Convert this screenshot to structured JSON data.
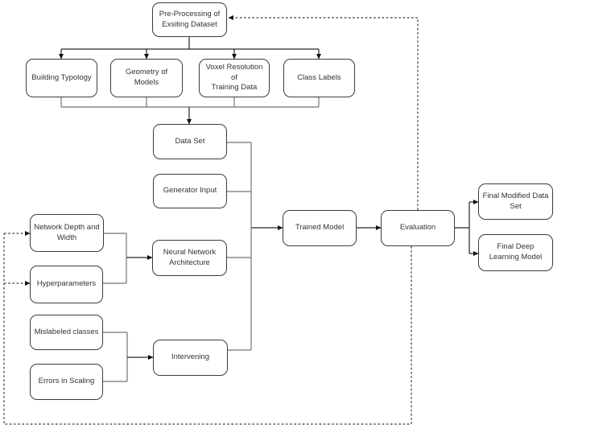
{
  "diagram": {
    "background": "#ffffff",
    "box_fill": "#ffffff",
    "box_border": "#3c3c3c",
    "connector_gray": "#757575",
    "connector_black": "#262626",
    "dashed_color": "#3a3a3a",
    "text_color": "#333333"
  },
  "nodes": [
    {
      "id": "pre-processing",
      "label": "Pre-Processing of\nExsiting Dataset"
    },
    {
      "id": "building-typology",
      "label": "Building Typology"
    },
    {
      "id": "geometry-of-models",
      "label": "Geometry of Models"
    },
    {
      "id": "voxel-resolution",
      "label": "Voxel Resolution of\nTraining Data"
    },
    {
      "id": "class-labels",
      "label": "Class Labels"
    },
    {
      "id": "data-set",
      "label": "Data Set"
    },
    {
      "id": "generator-input",
      "label": "Generator Input"
    },
    {
      "id": "network-depth-width",
      "label": "Network Depth and\nWidth"
    },
    {
      "id": "hyperparameters",
      "label": "Hyperparameters"
    },
    {
      "id": "neural-network-architecture",
      "label": "Neural Network\nArchitecture"
    },
    {
      "id": "mislabeled-classes",
      "label": "Mislabeled classes"
    },
    {
      "id": "errors-in-scaling",
      "label": "Errors in Scaling"
    },
    {
      "id": "intervening",
      "label": "Intervening"
    },
    {
      "id": "trained-model",
      "label": "Trained Model"
    },
    {
      "id": "evaluation",
      "label": "Evaluation"
    },
    {
      "id": "final-modified-data-set",
      "label": "Final Modified Data\nSet"
    },
    {
      "id": "final-deep-learning-model",
      "label": "Final Deep\nLearning Model"
    }
  ],
  "edges": [
    {
      "from": "pre-processing",
      "to": "building-typology",
      "style": "solid",
      "arrow": true
    },
    {
      "from": "pre-processing",
      "to": "geometry-of-models",
      "style": "solid",
      "arrow": true
    },
    {
      "from": "pre-processing",
      "to": "voxel-resolution",
      "style": "solid",
      "arrow": true
    },
    {
      "from": "pre-processing",
      "to": "class-labels",
      "style": "solid",
      "arrow": true
    },
    {
      "from": "building-typology",
      "to": "data-set",
      "style": "solid",
      "arrow": true
    },
    {
      "from": "geometry-of-models",
      "to": "data-set",
      "style": "solid",
      "arrow": true
    },
    {
      "from": "voxel-resolution",
      "to": "data-set",
      "style": "solid",
      "arrow": true
    },
    {
      "from": "class-labels",
      "to": "data-set",
      "style": "solid",
      "arrow": true
    },
    {
      "from": "data-set",
      "to": "trained-model",
      "style": "solid",
      "arrow": true
    },
    {
      "from": "generator-input",
      "to": "trained-model",
      "style": "solid",
      "arrow": true
    },
    {
      "from": "network-depth-width",
      "to": "neural-network-architecture",
      "style": "solid",
      "arrow": true
    },
    {
      "from": "hyperparameters",
      "to": "neural-network-architecture",
      "style": "solid",
      "arrow": true
    },
    {
      "from": "neural-network-architecture",
      "to": "trained-model",
      "style": "solid",
      "arrow": true
    },
    {
      "from": "mislabeled-classes",
      "to": "intervening",
      "style": "solid",
      "arrow": true
    },
    {
      "from": "errors-in-scaling",
      "to": "intervening",
      "style": "solid",
      "arrow": true
    },
    {
      "from": "intervening",
      "to": "trained-model",
      "style": "solid",
      "arrow": true
    },
    {
      "from": "trained-model",
      "to": "evaluation",
      "style": "solid",
      "arrow": true
    },
    {
      "from": "evaluation",
      "to": "final-modified-data-set",
      "style": "solid",
      "arrow": true
    },
    {
      "from": "evaluation",
      "to": "final-deep-learning-model",
      "style": "solid",
      "arrow": true
    },
    {
      "from": "evaluation",
      "to": "pre-processing",
      "style": "dashed",
      "arrow": true
    },
    {
      "from": "evaluation",
      "to": "network-depth-width",
      "style": "dashed",
      "arrow": true
    },
    {
      "from": "evaluation",
      "to": "hyperparameters",
      "style": "dashed",
      "arrow": true
    }
  ]
}
